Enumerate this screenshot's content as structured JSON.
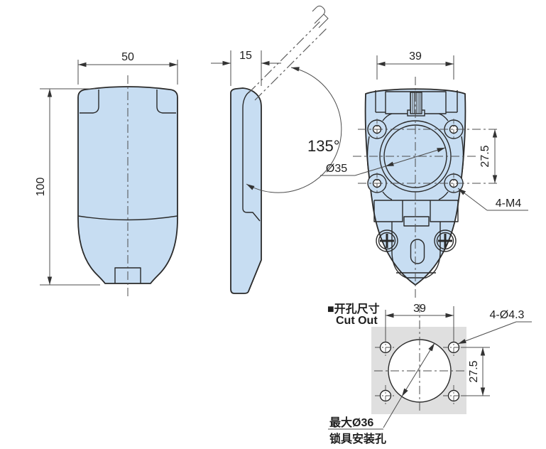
{
  "views": {
    "front": {
      "dim_width": "50",
      "dim_height": "100"
    },
    "side": {
      "dim_thickness": "15",
      "dim_open_angle": "135°"
    },
    "rear": {
      "dim_hole_pitch_h": "39",
      "dim_hole_pitch_v": "27.5",
      "dim_boss_dia": "Ø35",
      "label_threads": "4-M4"
    },
    "cutout": {
      "title_zh": "■开孔尺寸",
      "title_en": "Cut Out",
      "dim_hole_pitch_h": "39",
      "dim_hole_pitch_v": "27.5",
      "label_drill": "4-Ø4.3",
      "note_line1": "最大Ø36",
      "note_line2": "锁具安装孔"
    }
  },
  "colors": {
    "part_fill": "#c7ddf2",
    "panel_fill": "#dfdfdf",
    "outline": "#2a2a2a",
    "thin_line": "#4d4d4d",
    "text": "#1f1f1f"
  }
}
